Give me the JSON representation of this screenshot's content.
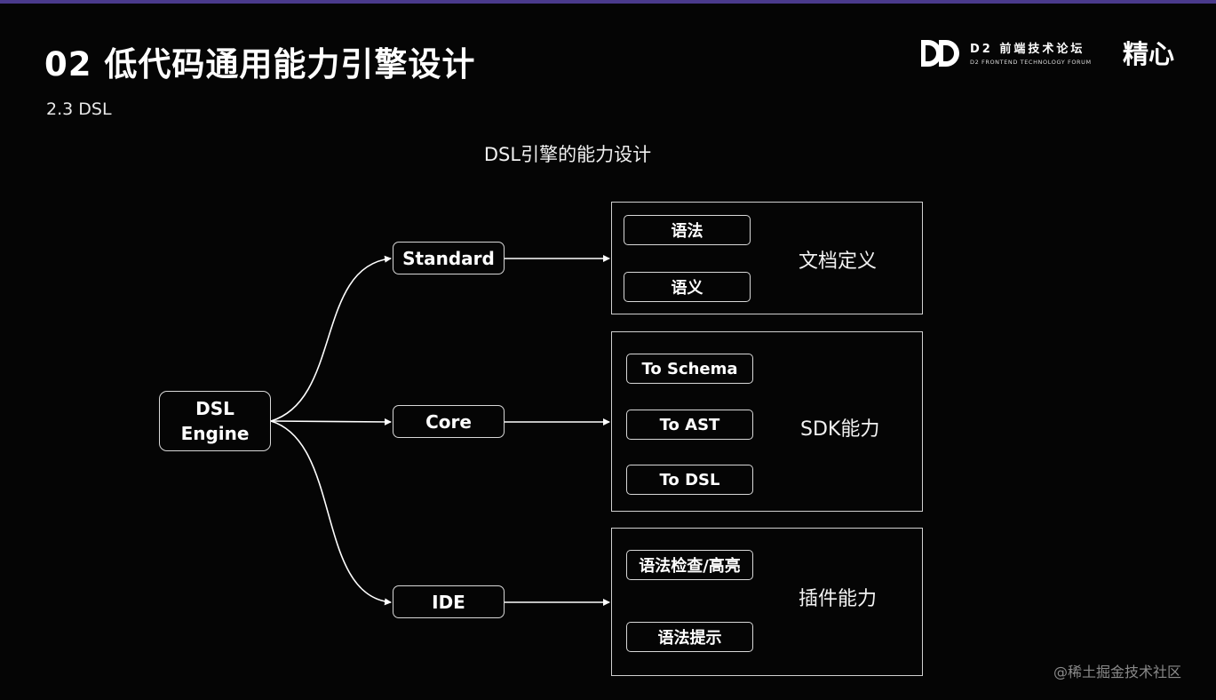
{
  "slide": {
    "title": "02 低代码通用能力引擎设计",
    "subtitle": "2.3 DSL",
    "diagram_title": "DSL引擎的能力设计"
  },
  "branding": {
    "logo_cn": "D2 前端技术论坛",
    "logo_en": "D2 FRONTEND TECHNOLOGY FORUM",
    "brand_mark": "精心",
    "accent_color": "#4a3a8c"
  },
  "diagram": {
    "root": {
      "line1": "DSL",
      "line2": "Engine"
    },
    "branches": [
      {
        "label": "Standard",
        "group_label": "文档定义",
        "items": [
          "语法",
          "语义"
        ]
      },
      {
        "label": "Core",
        "group_label": "SDK能力",
        "items": [
          "To Schema",
          "To AST",
          "To DSL"
        ]
      },
      {
        "label": "IDE",
        "group_label": "插件能力",
        "items": [
          "语法检查/高亮",
          "语法提示"
        ]
      }
    ]
  },
  "watermark": "@稀土掘金技术社区"
}
